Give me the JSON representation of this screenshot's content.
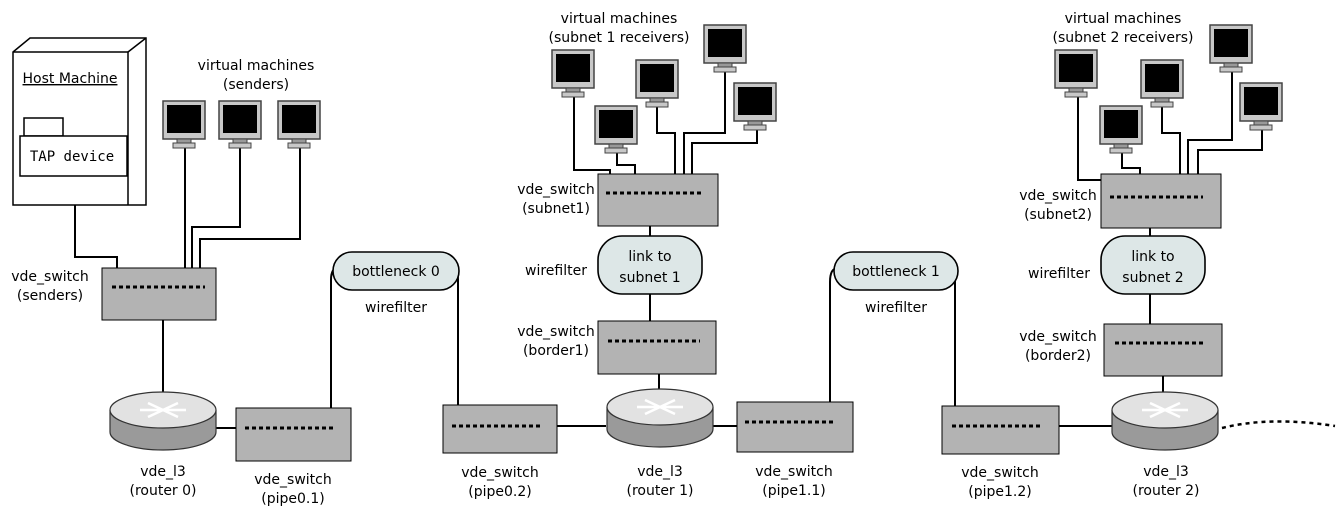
{
  "host": {
    "title": "Host Machine",
    "tap": "TAP device"
  },
  "senders_vms": {
    "line1": "virtual machines",
    "line2": "(senders)"
  },
  "subnet1_vms": {
    "line1": "virtual machines",
    "line2": "(subnet 1 receivers)"
  },
  "subnet2_vms": {
    "line1": "virtual machines",
    "line2": "(subnet 2 receivers)"
  },
  "switches": {
    "senders": {
      "name": "vde_switch",
      "sub": "(senders)"
    },
    "pipe01": {
      "name": "vde_switch",
      "sub": "(pipe0.1)"
    },
    "pipe02": {
      "name": "vde_switch",
      "sub": "(pipe0.2)"
    },
    "pipe11": {
      "name": "vde_switch",
      "sub": "(pipe1.1)"
    },
    "pipe12": {
      "name": "vde_switch",
      "sub": "(pipe1.2)"
    },
    "subnet1": {
      "name": "vde_switch",
      "sub": "(subnet1)"
    },
    "border1": {
      "name": "vde_switch",
      "sub": "(border1)"
    },
    "subnet2": {
      "name": "vde_switch",
      "sub": "(subnet2)"
    },
    "border2": {
      "name": "vde_switch",
      "sub": "(border2)"
    }
  },
  "routers": {
    "r0": {
      "name": "vde_l3",
      "sub": "(router 0)"
    },
    "r1": {
      "name": "vde_l3",
      "sub": "(router 1)"
    },
    "r2": {
      "name": "vde_l3",
      "sub": "(router 2)"
    }
  },
  "filters": {
    "bottleneck0": {
      "label": "bottleneck 0",
      "caption": "wirefilter"
    },
    "bottleneck1": {
      "label": "bottleneck 1",
      "caption": "wirefilter"
    },
    "link1": {
      "line1": "link to",
      "line2": "subnet 1",
      "caption": "wirefilter"
    },
    "link2": {
      "line1": "link to",
      "line2": "subnet 2",
      "caption": "wirefilter"
    }
  },
  "icons": {
    "vm": "monitor-icon",
    "router": "router-icon"
  },
  "colors": {
    "switch": "#b3b3b3",
    "filter": "#dde7e7",
    "screen": "#000000"
  }
}
